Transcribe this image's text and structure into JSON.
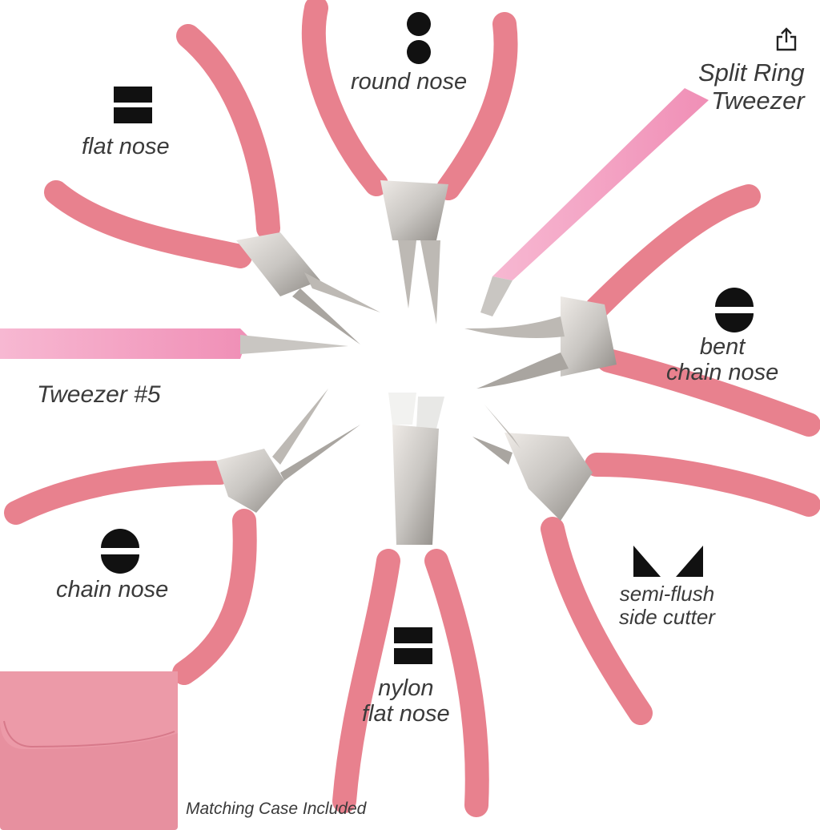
{
  "image": {
    "description": "Jewelry making pliers kit product image with pink handles",
    "colors": {
      "handle_pink": "#e8818e",
      "handle_shadow": "#d86c7b",
      "tweezer_pink": "#f4a9c6",
      "steel": "#c9c6c2",
      "steel_dark": "#8f8b86",
      "case_pink": "#e7909f",
      "case_flap": "#ec9aa8",
      "icon_black": "#111111",
      "text_gray": "#3a3a3a"
    }
  },
  "share_button": {
    "icon": "share-icon"
  },
  "tools": [
    {
      "id": "round_nose",
      "lines": [
        "round nose"
      ],
      "icon": "two-dots-icon"
    },
    {
      "id": "flat_nose",
      "lines": [
        "flat nose"
      ],
      "icon": "two-bars-icon"
    },
    {
      "id": "split_ring_tweezer",
      "lines": [
        "Split Ring",
        "Tweezer"
      ],
      "icon": "none"
    },
    {
      "id": "bent_chain_nose",
      "lines": [
        "bent",
        "chain nose"
      ],
      "icon": "split-circle-icon"
    },
    {
      "id": "tweezer_5",
      "lines": [
        "Tweezer #5"
      ],
      "icon": "none"
    },
    {
      "id": "chain_nose",
      "lines": [
        "chain nose"
      ],
      "icon": "split-circle-icon"
    },
    {
      "id": "nylon_flat_nose",
      "lines": [
        "nylon",
        "flat nose"
      ],
      "icon": "two-bars-icon"
    },
    {
      "id": "semi_flush_side_cutter",
      "lines": [
        "semi-flush",
        "side cutter"
      ],
      "icon": "cutter-triangles-icon"
    }
  ],
  "case": {
    "caption": "Matching Case Included"
  }
}
